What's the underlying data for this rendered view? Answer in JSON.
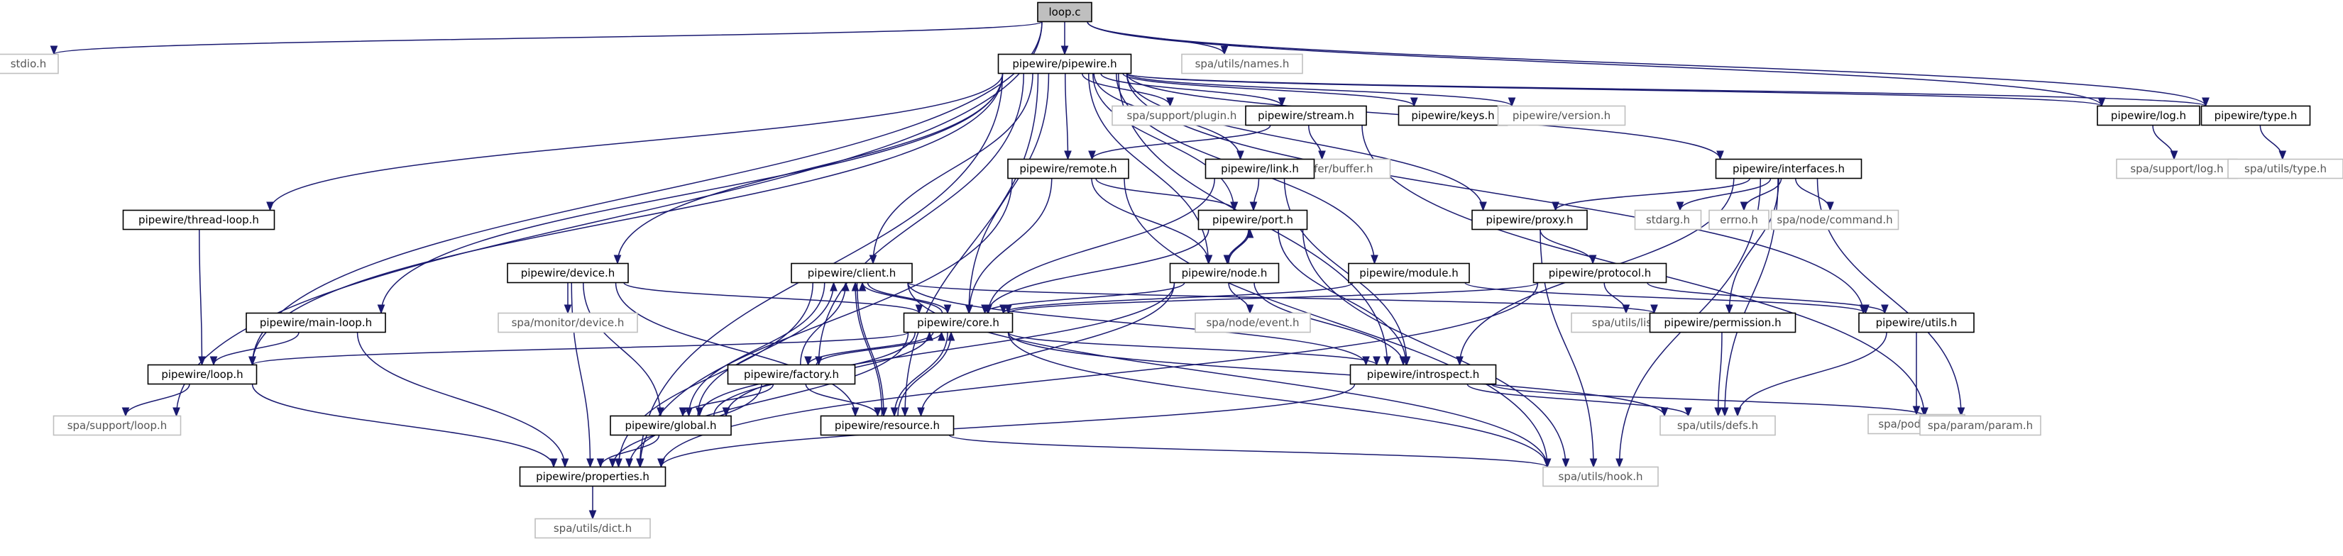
{
  "diagram": {
    "title": "",
    "nodes": [
      {
        "id": "loop_c",
        "label": "loop.c",
        "style": "root"
      },
      {
        "id": "stdio",
        "label": "stdio.h",
        "style": "ext"
      },
      {
        "id": "names",
        "label": "spa/utils/names.h",
        "style": "ext"
      },
      {
        "id": "pipewire",
        "label": "pipewire/pipewire.h",
        "style": "int"
      },
      {
        "id": "plugin",
        "label": "spa/support/plugin.h",
        "style": "ext"
      },
      {
        "id": "stream",
        "label": "pipewire/stream.h",
        "style": "int"
      },
      {
        "id": "keys",
        "label": "pipewire/keys.h",
        "style": "int"
      },
      {
        "id": "version",
        "label": "pipewire/version.h",
        "style": "ext"
      },
      {
        "id": "log",
        "label": "pipewire/log.h",
        "style": "int"
      },
      {
        "id": "type",
        "label": "pipewire/type.h",
        "style": "int"
      },
      {
        "id": "spalog",
        "label": "spa/support/log.h",
        "style": "ext"
      },
      {
        "id": "spatype",
        "label": "spa/utils/type.h",
        "style": "ext"
      },
      {
        "id": "buffer",
        "label": "spa/buffer/buffer.h",
        "style": "ext"
      },
      {
        "id": "remote",
        "label": "pipewire/remote.h",
        "style": "int"
      },
      {
        "id": "link",
        "label": "pipewire/link.h",
        "style": "int"
      },
      {
        "id": "interfaces",
        "label": "pipewire/interfaces.h",
        "style": "int"
      },
      {
        "id": "threadloop",
        "label": "pipewire/thread-loop.h",
        "style": "int"
      },
      {
        "id": "port",
        "label": "pipewire/port.h",
        "style": "int"
      },
      {
        "id": "proxy",
        "label": "pipewire/proxy.h",
        "style": "int"
      },
      {
        "id": "stdarg",
        "label": "stdarg.h",
        "style": "ext"
      },
      {
        "id": "errno",
        "label": "errno.h",
        "style": "ext"
      },
      {
        "id": "command",
        "label": "spa/node/command.h",
        "style": "ext"
      },
      {
        "id": "device",
        "label": "pipewire/device.h",
        "style": "int"
      },
      {
        "id": "client",
        "label": "pipewire/client.h",
        "style": "int"
      },
      {
        "id": "node",
        "label": "pipewire/node.h",
        "style": "int"
      },
      {
        "id": "module",
        "label": "pipewire/module.h",
        "style": "int"
      },
      {
        "id": "protocol",
        "label": "pipewire/protocol.h",
        "style": "int"
      },
      {
        "id": "mondevice",
        "label": "spa/monitor/device.h",
        "style": "ext"
      },
      {
        "id": "mainloop",
        "label": "pipewire/main-loop.h",
        "style": "int"
      },
      {
        "id": "core",
        "label": "pipewire/core.h",
        "style": "int"
      },
      {
        "id": "event",
        "label": "spa/node/event.h",
        "style": "ext"
      },
      {
        "id": "list",
        "label": "spa/utils/list.h",
        "style": "ext"
      },
      {
        "id": "permission",
        "label": "pipewire/permission.h",
        "style": "int"
      },
      {
        "id": "utils",
        "label": "pipewire/utils.h",
        "style": "int"
      },
      {
        "id": "loop",
        "label": "pipewire/loop.h",
        "style": "int"
      },
      {
        "id": "factory",
        "label": "pipewire/factory.h",
        "style": "int"
      },
      {
        "id": "introspect",
        "label": "pipewire/introspect.h",
        "style": "int"
      },
      {
        "id": "pod",
        "label": "spa/pod/pod.h",
        "style": "ext"
      },
      {
        "id": "spaloop",
        "label": "spa/support/loop.h",
        "style": "ext"
      },
      {
        "id": "global",
        "label": "pipewire/global.h",
        "style": "int"
      },
      {
        "id": "resource",
        "label": "pipewire/resource.h",
        "style": "int"
      },
      {
        "id": "defs",
        "label": "spa/utils/defs.h",
        "style": "ext"
      },
      {
        "id": "param",
        "label": "spa/param/param.h",
        "style": "ext"
      },
      {
        "id": "properties",
        "label": "pipewire/properties.h",
        "style": "int"
      },
      {
        "id": "hook",
        "label": "spa/utils/hook.h",
        "style": "ext"
      },
      {
        "id": "dict",
        "label": "spa/utils/dict.h",
        "style": "ext"
      }
    ],
    "edges": [
      [
        "loop_c",
        "stdio"
      ],
      [
        "loop_c",
        "names"
      ],
      [
        "loop_c",
        "pipewire"
      ],
      [
        "loop_c",
        "loop"
      ],
      [
        "loop_c",
        "spaloop"
      ],
      [
        "loop_c",
        "log"
      ],
      [
        "loop_c",
        "type"
      ],
      [
        "pipewire",
        "plugin"
      ],
      [
        "pipewire",
        "stream"
      ],
      [
        "pipewire",
        "keys"
      ],
      [
        "pipewire",
        "version"
      ],
      [
        "pipewire",
        "log"
      ],
      [
        "pipewire",
        "type"
      ],
      [
        "pipewire",
        "remote"
      ],
      [
        "pipewire",
        "link"
      ],
      [
        "pipewire",
        "interfaces"
      ],
      [
        "pipewire",
        "threadloop"
      ],
      [
        "pipewire",
        "device"
      ],
      [
        "pipewire",
        "client"
      ],
      [
        "pipewire",
        "node"
      ],
      [
        "pipewire",
        "module"
      ],
      [
        "pipewire",
        "mainloop"
      ],
      [
        "pipewire",
        "core"
      ],
      [
        "pipewire",
        "loop"
      ],
      [
        "pipewire",
        "factory"
      ],
      [
        "pipewire",
        "introspect"
      ],
      [
        "pipewire",
        "proxy"
      ],
      [
        "pipewire",
        "utils"
      ],
      [
        "pipewire",
        "properties"
      ],
      [
        "pipewire",
        "port"
      ],
      [
        "pipewire",
        "resource"
      ],
      [
        "log",
        "spalog"
      ],
      [
        "type",
        "spatype"
      ],
      [
        "stream",
        "buffer"
      ],
      [
        "stream",
        "remote"
      ],
      [
        "stream",
        "param"
      ],
      [
        "remote",
        "port"
      ],
      [
        "remote",
        "core"
      ],
      [
        "remote",
        "node"
      ],
      [
        "remote",
        "properties"
      ],
      [
        "remote",
        "hook"
      ],
      [
        "link",
        "port"
      ],
      [
        "link",
        "core"
      ],
      [
        "link",
        "introspect"
      ],
      [
        "interfaces",
        "proxy"
      ],
      [
        "interfaces",
        "stdarg"
      ],
      [
        "interfaces",
        "errno"
      ],
      [
        "interfaces",
        "command"
      ],
      [
        "interfaces",
        "introspect"
      ],
      [
        "interfaces",
        "permission"
      ],
      [
        "interfaces",
        "defs"
      ],
      [
        "interfaces",
        "param"
      ],
      [
        "interfaces",
        "hook"
      ],
      [
        "threadloop",
        "loop"
      ],
      [
        "port",
        "node"
      ],
      [
        "port",
        "core"
      ],
      [
        "port",
        "introspect"
      ],
      [
        "port",
        "hook"
      ],
      [
        "proxy",
        "protocol"
      ],
      [
        "proxy",
        "hook"
      ],
      [
        "device",
        "mondevice"
      ],
      [
        "device",
        "core"
      ],
      [
        "device",
        "global"
      ],
      [
        "device",
        "resource"
      ],
      [
        "device",
        "properties"
      ],
      [
        "client",
        "core"
      ],
      [
        "client",
        "global"
      ],
      [
        "client",
        "resource"
      ],
      [
        "client",
        "properties"
      ],
      [
        "client",
        "introspect"
      ],
      [
        "client",
        "permission"
      ],
      [
        "client",
        "hook"
      ],
      [
        "node",
        "port"
      ],
      [
        "node",
        "event"
      ],
      [
        "node",
        "core"
      ],
      [
        "node",
        "global"
      ],
      [
        "node",
        "resource"
      ],
      [
        "node",
        "introspect"
      ],
      [
        "module",
        "core"
      ],
      [
        "module",
        "utils"
      ],
      [
        "protocol",
        "list"
      ],
      [
        "protocol",
        "core"
      ],
      [
        "protocol",
        "properties"
      ],
      [
        "protocol",
        "utils"
      ],
      [
        "mainloop",
        "loop"
      ],
      [
        "mainloop",
        "properties"
      ],
      [
        "core",
        "client"
      ],
      [
        "core",
        "loop"
      ],
      [
        "core",
        "factory"
      ],
      [
        "core",
        "global"
      ],
      [
        "core",
        "resource"
      ],
      [
        "core",
        "introspect"
      ],
      [
        "core",
        "properties"
      ],
      [
        "core",
        "defs"
      ],
      [
        "core",
        "hook"
      ],
      [
        "permission",
        "defs"
      ],
      [
        "utils",
        "pod"
      ],
      [
        "utils",
        "defs"
      ],
      [
        "loop",
        "spaloop"
      ],
      [
        "loop",
        "properties"
      ],
      [
        "factory",
        "client"
      ],
      [
        "factory",
        "core"
      ],
      [
        "factory",
        "global"
      ],
      [
        "factory",
        "resource"
      ],
      [
        "factory",
        "properties"
      ],
      [
        "introspect",
        "defs"
      ],
      [
        "introspect",
        "param"
      ],
      [
        "introspect",
        "properties"
      ],
      [
        "global",
        "client"
      ],
      [
        "global",
        "core"
      ],
      [
        "global",
        "properties"
      ],
      [
        "resource",
        "client"
      ],
      [
        "resource",
        "core"
      ],
      [
        "resource",
        "hook"
      ],
      [
        "properties",
        "dict"
      ]
    ]
  },
  "colors": {
    "edge": "#191970",
    "root_fill": "#bfbfbf",
    "internal_border": "#000000",
    "external_border": "#bfbfbf",
    "external_text": "#555555",
    "background": "#ffffff"
  }
}
